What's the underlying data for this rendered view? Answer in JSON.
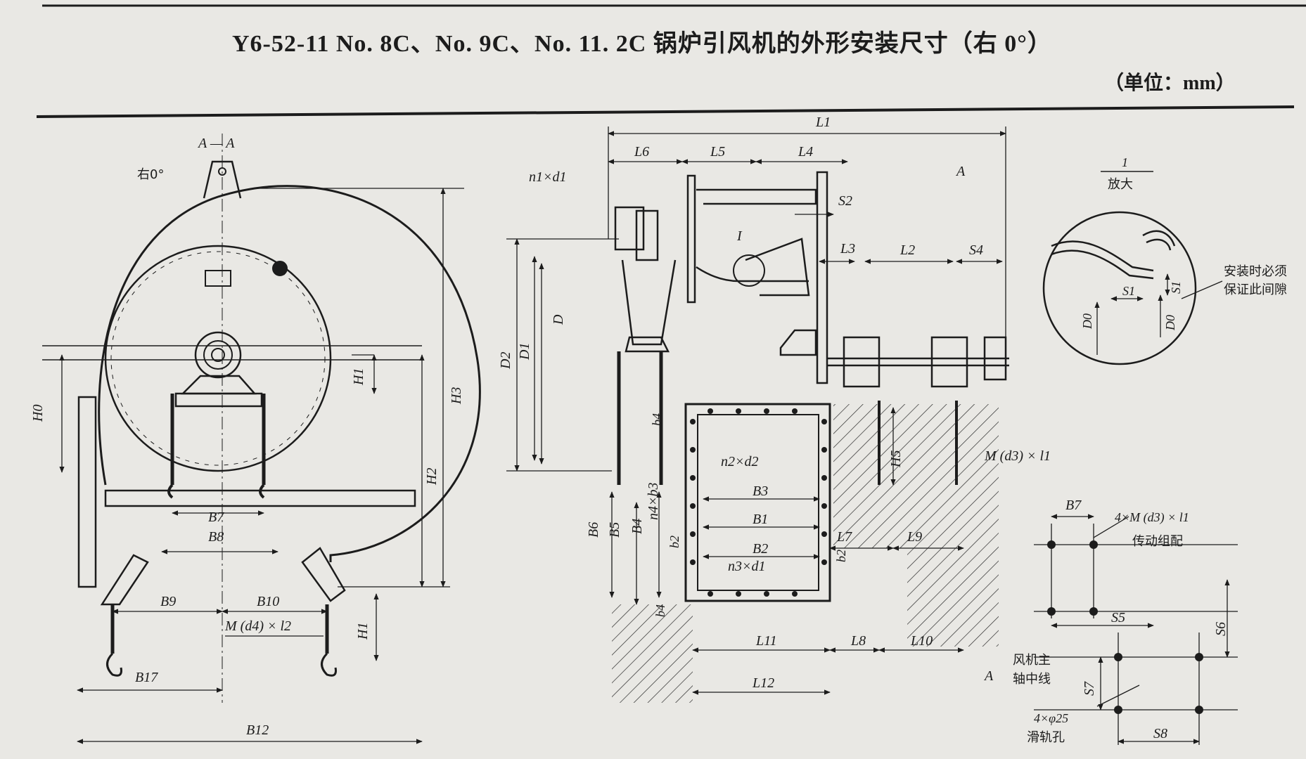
{
  "header": {
    "title": "Y6-52-11 No. 8C、No. 9C、No. 11. 2C 锅炉引风机的外形安装尺寸（右 0°）",
    "unit": "（单位：mm）"
  },
  "left_view": {
    "section": "A — A",
    "rotation": "右0°",
    "labels": {
      "H0": "H0",
      "H1_top": "H1",
      "H2": "H2",
      "H3": "H3",
      "H1_bottom": "H1",
      "B7": "B7",
      "B8": "B8",
      "B9": "B9",
      "B10": "B10",
      "B17": "B17",
      "B12": "B12",
      "bolt": "M (d4) × l2"
    }
  },
  "middle_view": {
    "labels": {
      "L1": "L1",
      "L6": "L6",
      "L5": "L5",
      "L4": "L4",
      "S2": "S2",
      "L3": "L3",
      "L2": "L2",
      "S4": "S4",
      "n1d1": "n1×d1",
      "I": "I",
      "A_top": "A",
      "A_bottom": "A",
      "D2": "D2",
      "D1": "D1",
      "D": "D",
      "b4_top": "b4",
      "H5": "H5",
      "bolt": "M (d3) × l1",
      "n2d2": "n2×d2",
      "B3": "B3",
      "B1": "B1",
      "B2": "B2",
      "n3d1": "n3×d1",
      "n4b3": "n4×b3",
      "B6": "B6",
      "B5": "B5",
      "B4": "B4",
      "b2": "b2",
      "b2_right": "b2",
      "L7": "L7",
      "L9": "L9",
      "b4_bottom": "b4",
      "L11": "L11",
      "L8": "L8",
      "L10": "L10",
      "L12": "L12"
    }
  },
  "detail": {
    "scale_num": "1",
    "scale_den": "放大",
    "D0_left": "D0",
    "D0_right": "D0",
    "S1_left": "S1",
    "S1_right": "S1",
    "note_line1": "安装时必须",
    "note_line2": "保证此间隙"
  },
  "bottom_right": {
    "B7": "B7",
    "bolt": "4×M (d3) × l1",
    "transmission": "传动组配",
    "S5": "S5",
    "S6": "S6",
    "S7": "S7",
    "S8": "S8",
    "axis_line1": "风机主",
    "axis_line2": "轴中线",
    "holes": "4×φ25",
    "rail_holes": "滑轨孔"
  }
}
